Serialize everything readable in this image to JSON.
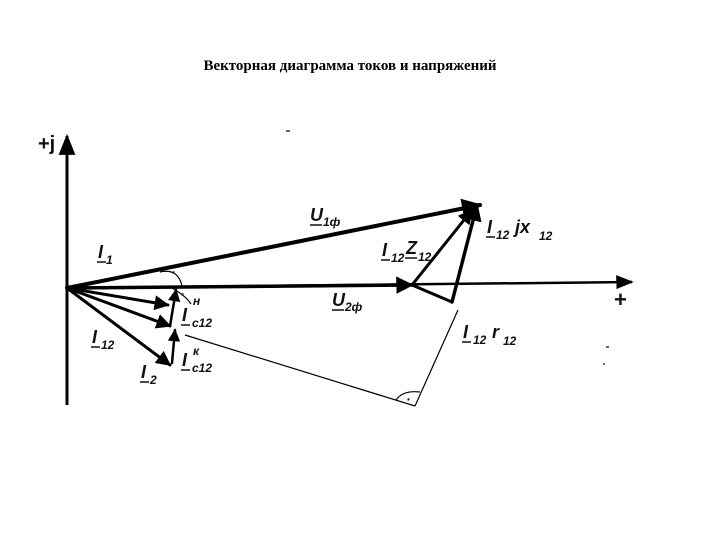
{
  "title": "Векторная диаграмма токов и напряжений",
  "labels": {
    "imag_axis": "+j",
    "real_axis": "+",
    "u1": "U",
    "u1_sub": "1ф",
    "u2": "U",
    "u2_sub": "2ф",
    "i1": "I",
    "i1_sub": "1",
    "i12": "I",
    "i12_sub": "12",
    "i2": "I",
    "i2_sub": "2",
    "ic12n": "I",
    "ic12n_sup": "н",
    "ic12n_sub": "c12",
    "ic12k": "I",
    "ic12k_sup": "к",
    "ic12k_sub": "c12",
    "i12z12_a": "I",
    "i12z12_asub": "12",
    "i12z12_b": "Z",
    "i12z12_bsub": "12",
    "i12jx12_a": "I",
    "i12jx12_asub": "12",
    "i12jx12_b": "jx",
    "i12jx12_bsub": "12",
    "i12r12_a": "I",
    "i12r12_asub": "12",
    "i12r12_b": "r",
    "i12r12_bsub": "12",
    "right_angle_mark": "·"
  }
}
